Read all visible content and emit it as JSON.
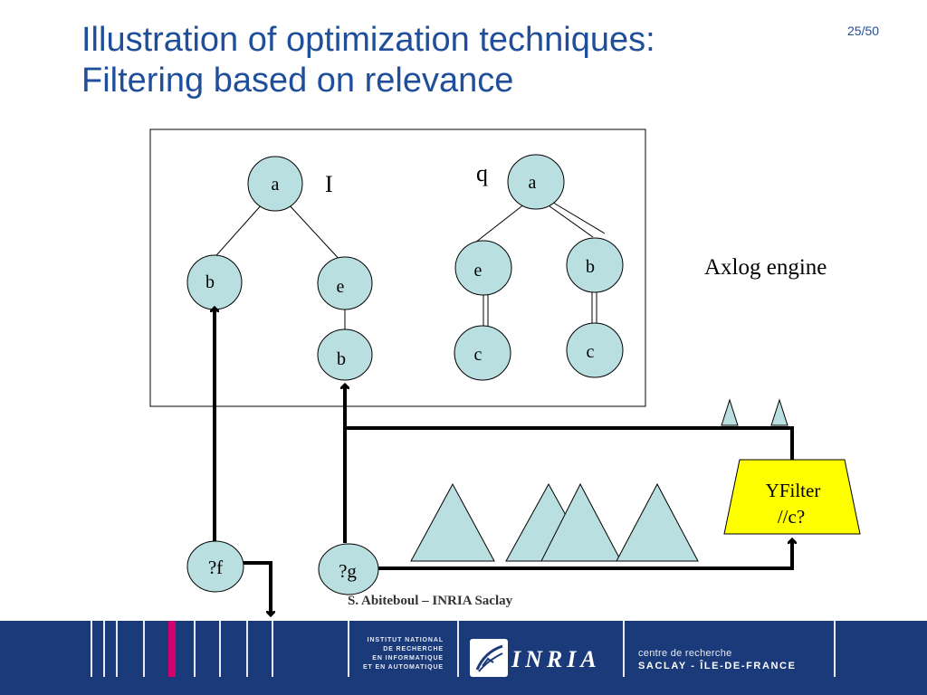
{
  "slide": {
    "title_line1": "Illustration of optimization techniques:",
    "title_line2": "Filtering based on relevance",
    "page_number": "25/50"
  },
  "diagram": {
    "instance_label": "I",
    "query_label": "q",
    "engine_label": "Axlog engine",
    "instance_nodes": {
      "root": "a",
      "left": "b",
      "right": "e",
      "right_child": "b"
    },
    "query_nodes": {
      "root": "a",
      "left": "e",
      "right": "b",
      "left_child": "c",
      "right_child": "c"
    },
    "variables": {
      "f": "?f",
      "g": "?g"
    },
    "filter": {
      "line1": "YFilter",
      "line2": "//c?"
    }
  },
  "colors": {
    "title": "#1f4e9a",
    "node_fill": "#b9dfe0",
    "filter_fill": "#ffff00",
    "footer_bar": "#1b3a7a",
    "footer_accent": "#d4006e"
  },
  "footer": {
    "credit": "S. Abiteboul – INRIA Saclay",
    "institute_lines": [
      "INSTITUT NATIONAL",
      "DE RECHERCHE",
      "EN INFORMATIQUE",
      "ET EN AUTOMATIQUE"
    ],
    "logo_text": "INRIA",
    "centre_line1": "centre de recherche",
    "centre_line2": "SACLAY - ÎLE-DE-FRANCE"
  }
}
